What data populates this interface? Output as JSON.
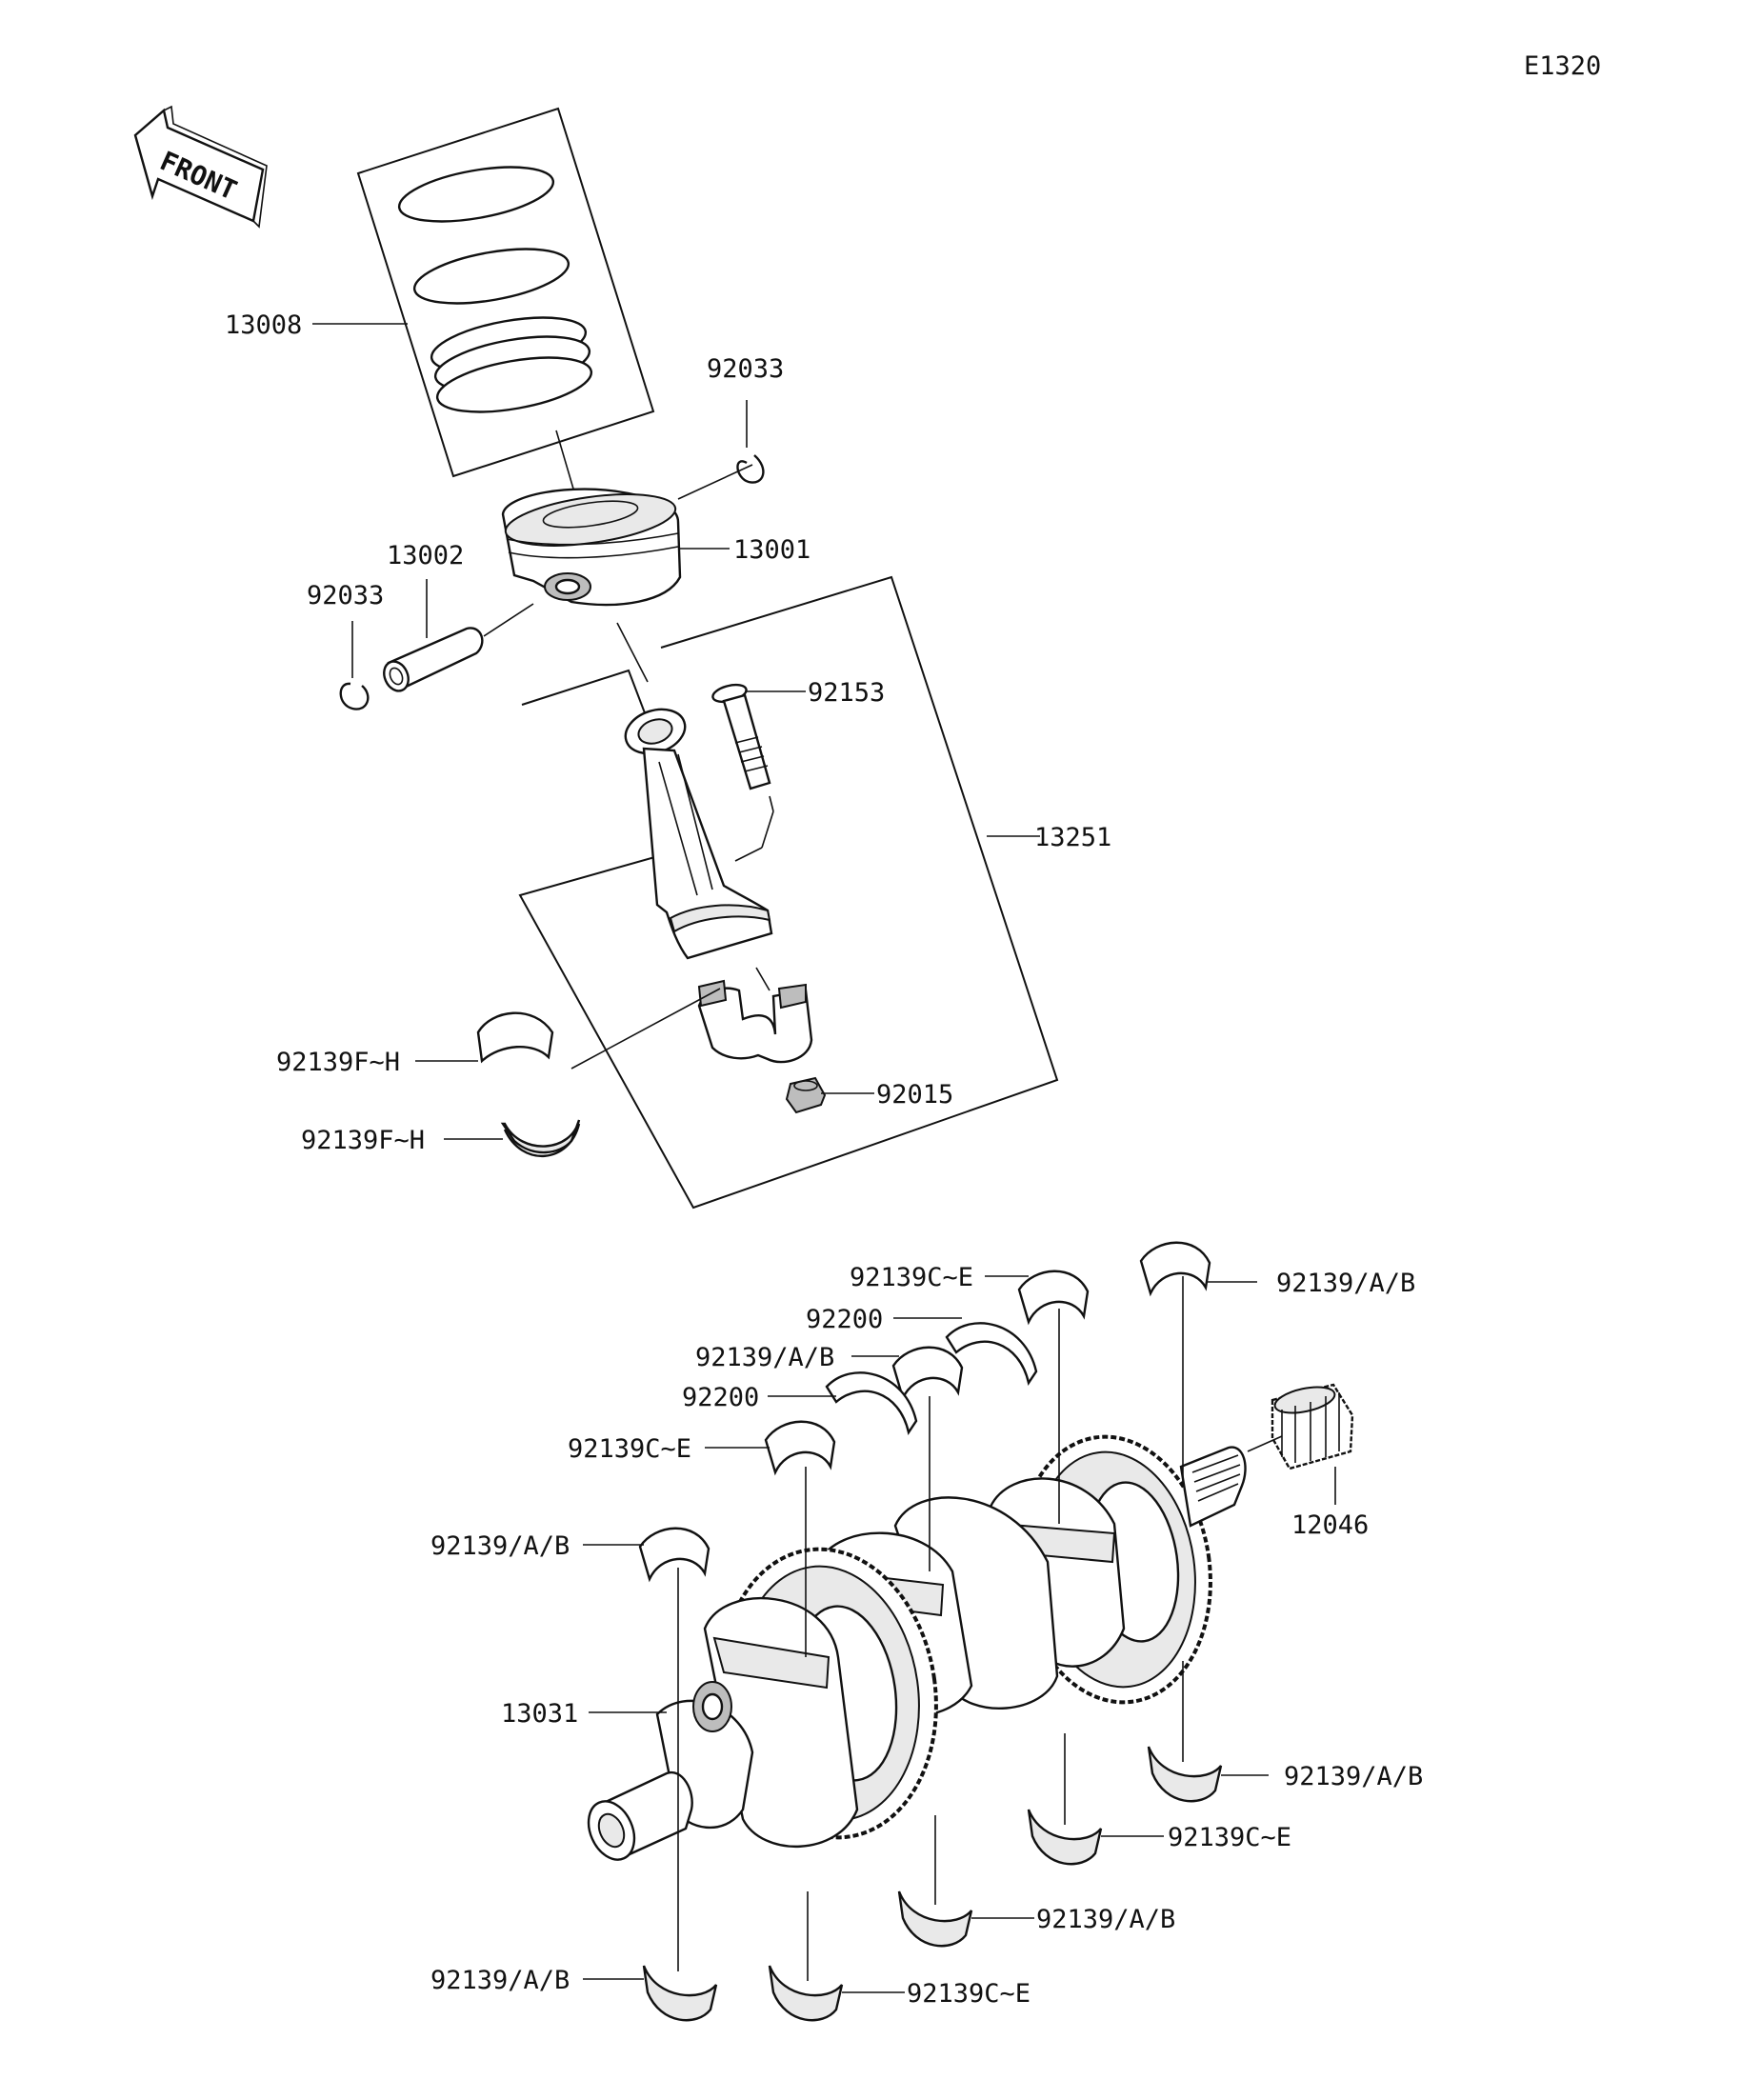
{
  "diagram_code": "E1320",
  "front_label": "FRONT",
  "callouts": {
    "piston_rings": "13008",
    "circlip_upper": "92033",
    "piston": "13001",
    "piston_pin": "13002",
    "circlip_lower": "92033",
    "rod_bolt": "92153",
    "connecting_rod": "13251",
    "rod_bearing_upper": "92139F~H",
    "rod_bearing_lower": "92139F~H",
    "rod_nut": "92015",
    "main_bearing_top1": "92139C~E",
    "thrust_washer_1": "92200",
    "main_bearing_top2": "92139/A/B",
    "thrust_washer_2": "92200",
    "main_bearing_top3": "92139C~E",
    "main_bearing_top_left": "92139/A/B",
    "main_bearing_top_right": "92139/A/B",
    "sprocket": "12046",
    "crankshaft": "13031",
    "main_bearing_bot_right": "92139/A/B",
    "main_bearing_bot_4": "92139C~E",
    "main_bearing_bot_3": "92139/A/B",
    "main_bearing_bot_2": "92139C~E",
    "main_bearing_bot_1": "92139/A/B"
  }
}
